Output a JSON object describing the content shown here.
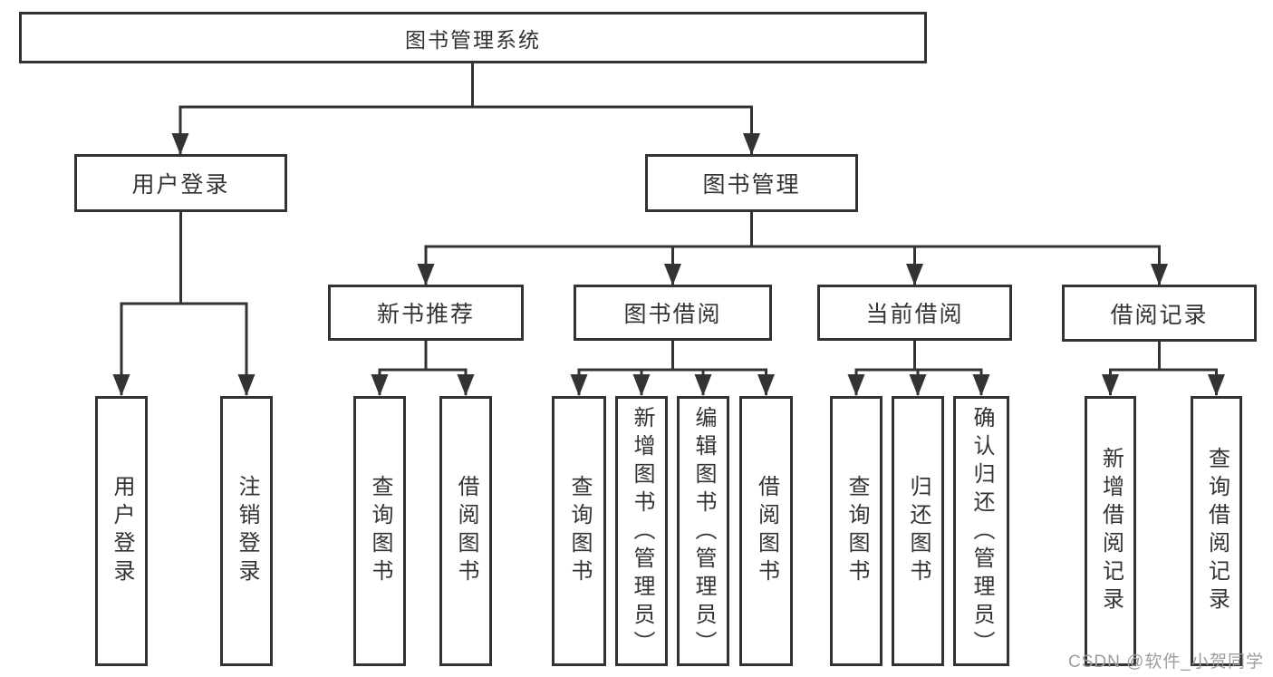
{
  "diagram": {
    "root": "图书管理系统",
    "level2": [
      "用户登录",
      "图书管理"
    ],
    "level3": [
      "新书推荐",
      "图书借阅",
      "当前借阅",
      "借阅记录"
    ],
    "leaves": {
      "group1": [
        "用户登录",
        "注销登录"
      ],
      "group2": [
        "查询图书",
        "借阅图书"
      ],
      "group3": [
        "查询图书",
        "新增图书（管理员）",
        "编辑图书（管理员）",
        "借阅图书"
      ],
      "group4": [
        "查询图书",
        "归还图书",
        "确认归还（管理员）"
      ],
      "group5": [
        "新增借阅记录",
        "查询借阅记录"
      ]
    }
  },
  "watermark": "CSDN @软件_小贺同学",
  "colors": {
    "line": "#333333",
    "box_border": "#333333",
    "text": "#333333",
    "background": "#ffffff",
    "watermark": "#9c9c9c"
  }
}
